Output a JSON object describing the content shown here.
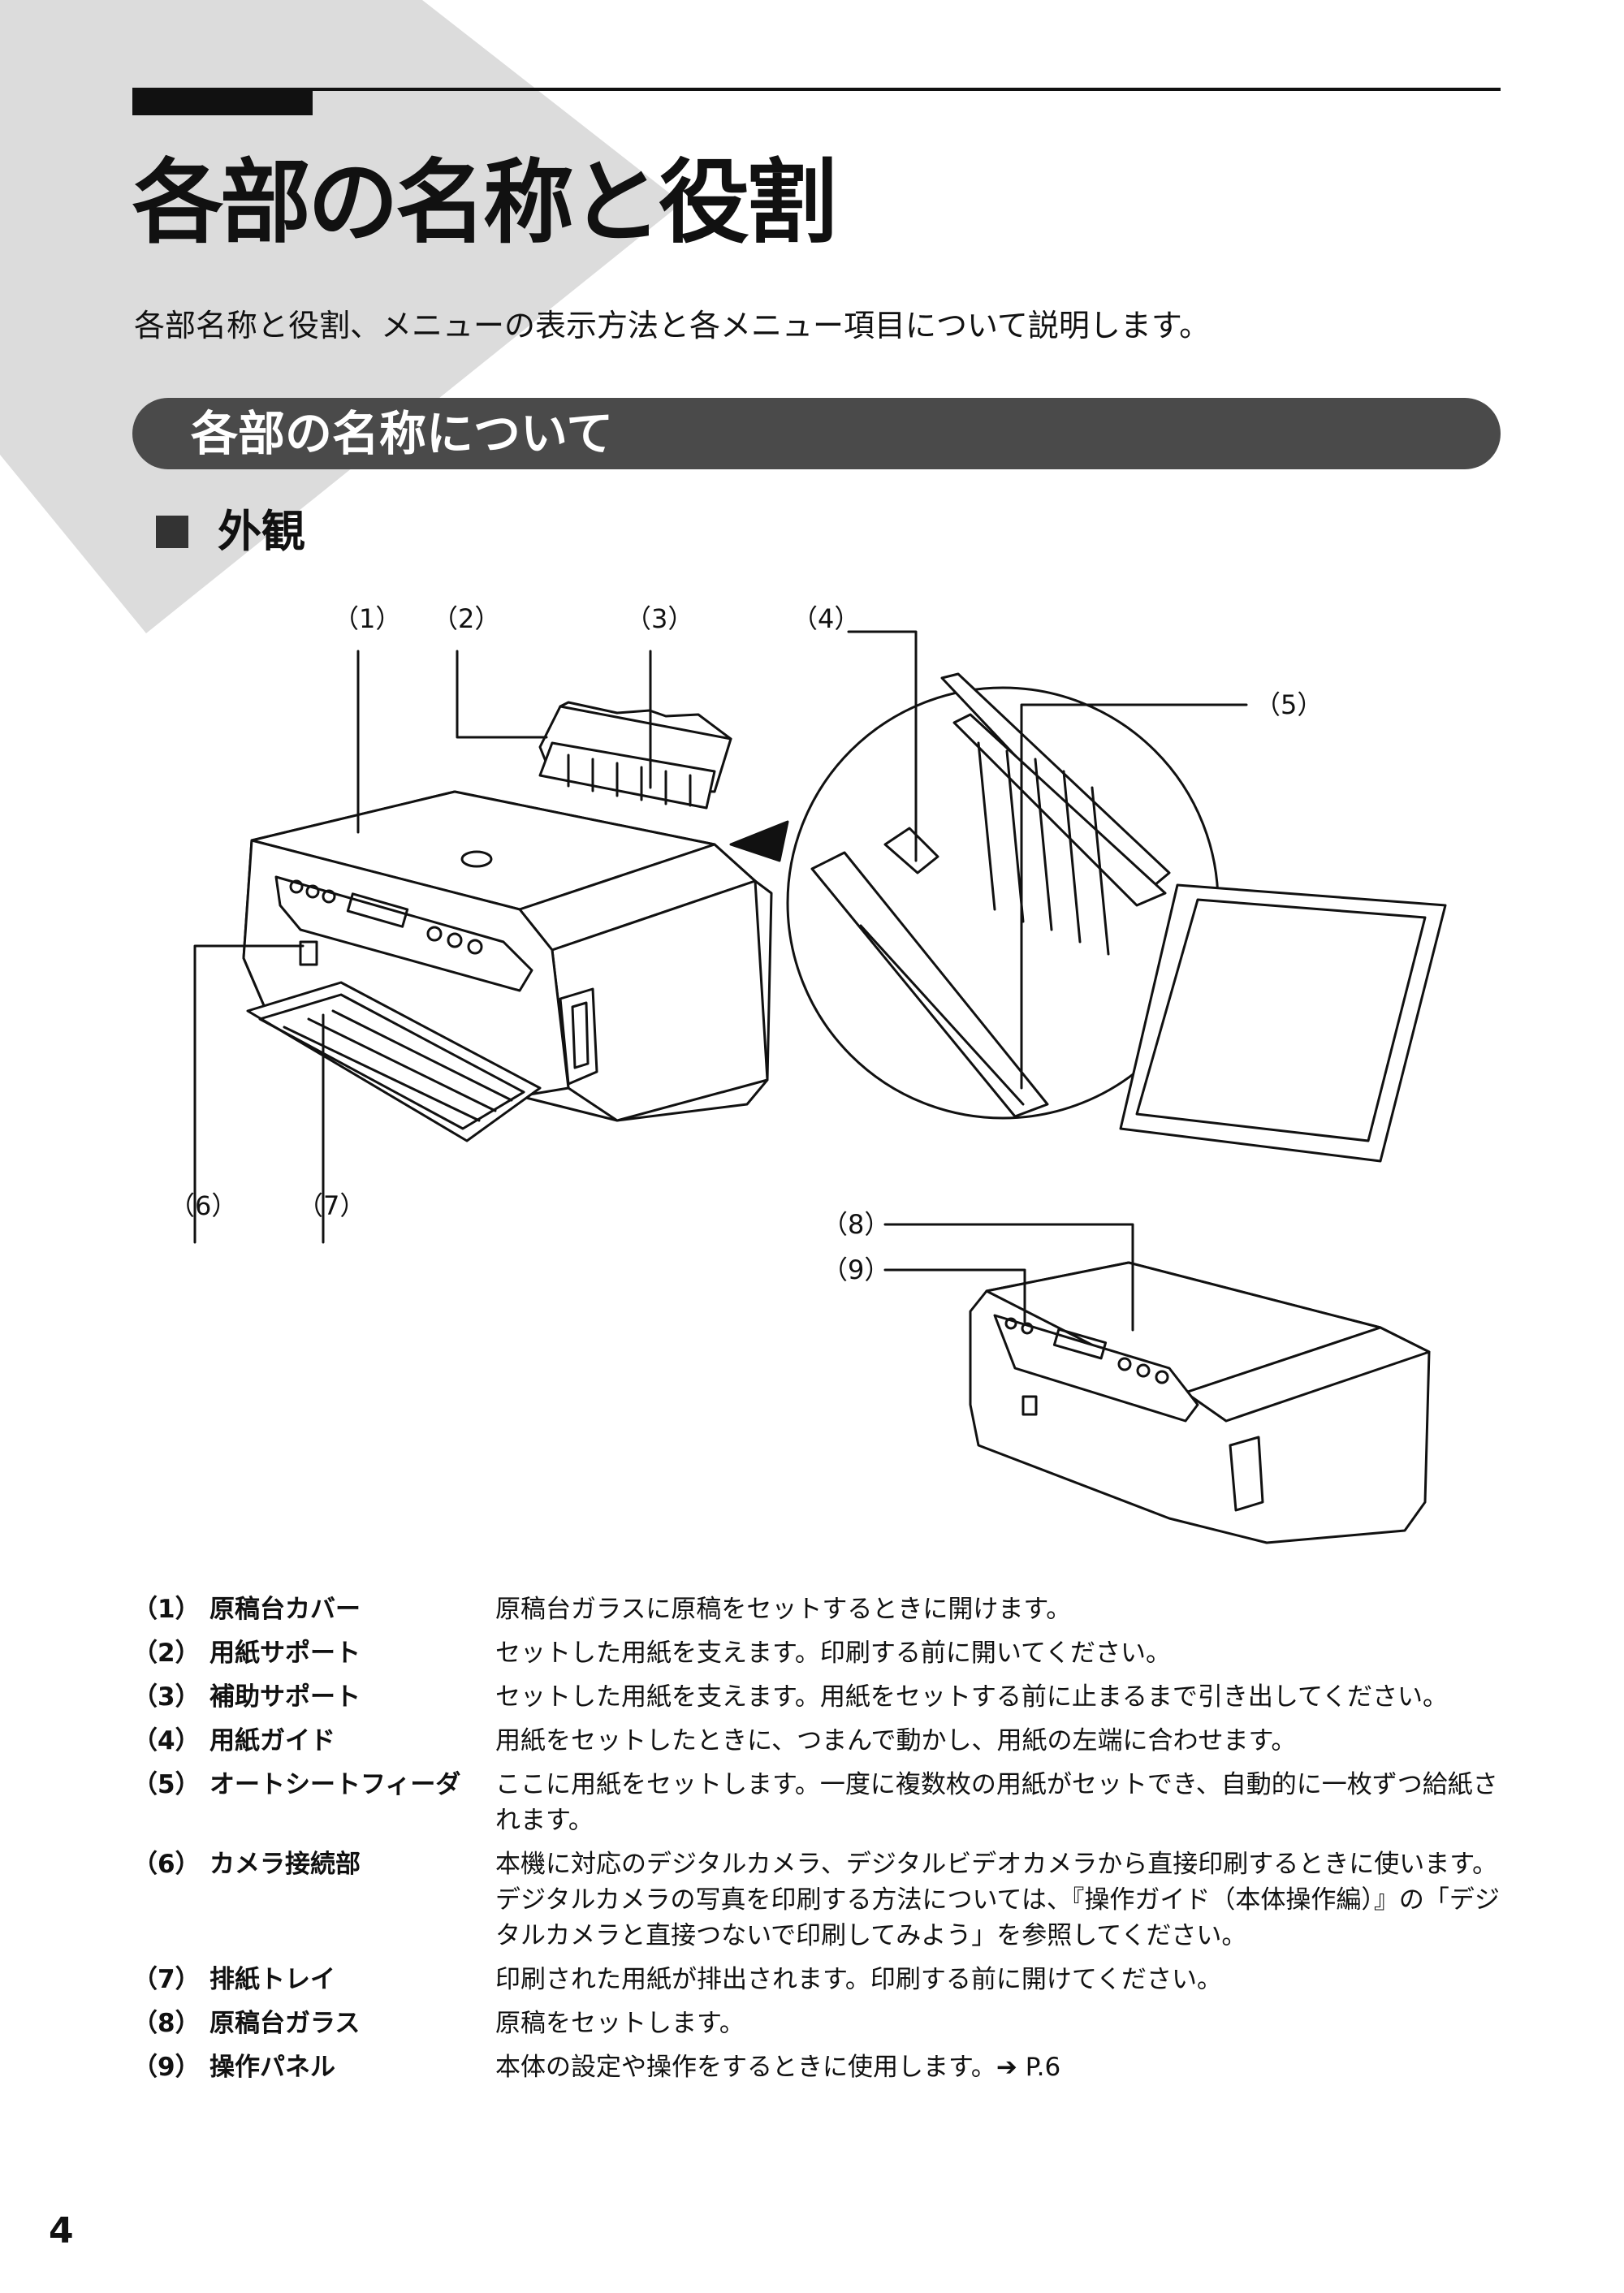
{
  "page": {
    "title": "各部の名称と役割",
    "intro": "各部名称と役割、メニューの表示方法と各メニュー項目について説明します。",
    "section_title": "各部の名称について",
    "subsection_title": "外観",
    "page_number": "4"
  },
  "figure": {
    "callouts": [
      "（1）",
      "（2）",
      "（3）",
      "（4）",
      "（5）",
      "（6）",
      "（7）",
      "（8）",
      "（9）"
    ]
  },
  "parts": [
    {
      "num": "（1）",
      "name": "原稿台カバー",
      "desc": "原稿台ガラスに原稿をセットするときに開けます。"
    },
    {
      "num": "（2）",
      "name": "用紙サポート",
      "desc": "セットした用紙を支えます。印刷する前に開いてください。"
    },
    {
      "num": "（3）",
      "name": "補助サポート",
      "desc": "セットした用紙を支えます。用紙をセットする前に止まるまで引き出してください。"
    },
    {
      "num": "（4）",
      "name": "用紙ガイド",
      "desc": "用紙をセットしたときに、つまんで動かし、用紙の左端に合わせます。"
    },
    {
      "num": "（5）",
      "name": "オートシートフィーダ",
      "desc": "ここに用紙をセットします。一度に複数枚の用紙がセットでき、自動的に一枚ずつ給紙されます。"
    },
    {
      "num": "（6）",
      "name": "カメラ接続部",
      "desc": "本機に対応のデジタルカメラ、デジタルビデオカメラから直接印刷するときに使います。デジタルカメラの写真を印刷する方法については、『操作ガイド（本体操作編）』の「デジタルカメラと直接つないで印刷してみよう」を参照してください。"
    },
    {
      "num": "（7）",
      "name": "排紙トレイ",
      "desc": "印刷された用紙が排出されます。印刷する前に開けてください。"
    },
    {
      "num": "（8）",
      "name": "原稿台ガラス",
      "desc": "原稿をセットします。"
    },
    {
      "num": "（9）",
      "name": "操作パネル",
      "desc": "本体の設定や操作をするときに使用します。➔ P.6"
    }
  ]
}
